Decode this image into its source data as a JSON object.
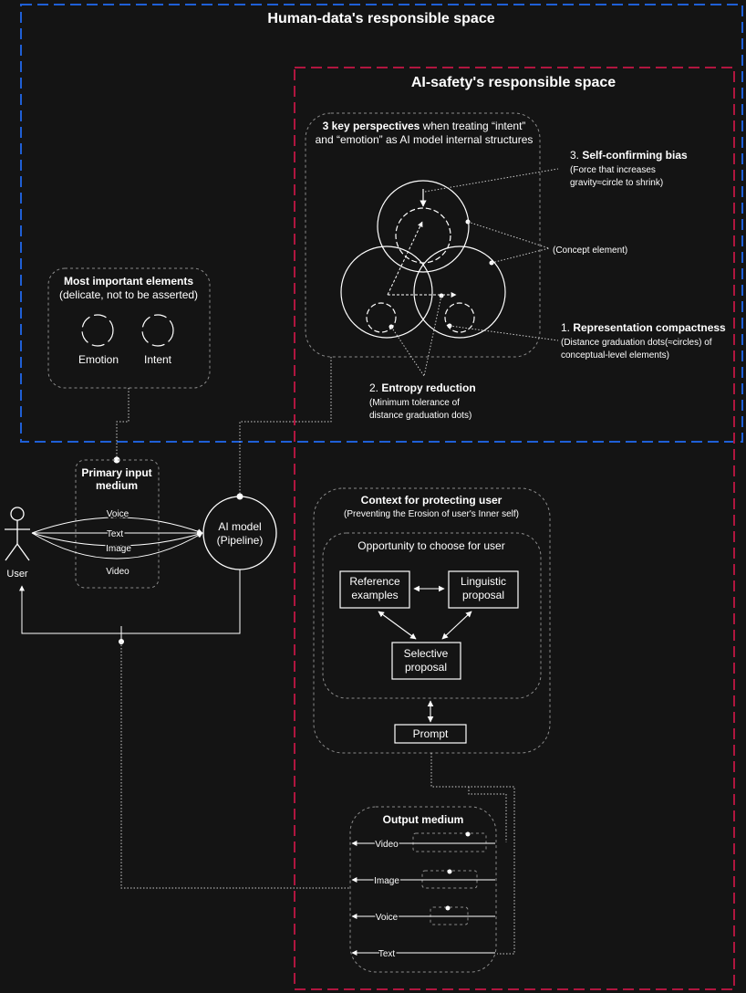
{
  "regions": {
    "human_data_title": "Human-data's responsible space",
    "ai_safety_title": "AI-safety's responsible space"
  },
  "perspectives": {
    "title_bold": "3 key perspectives",
    "title_rest": " when treating “intent”",
    "title_line2": "and “emotion” as AI model internal structures",
    "self_confirming": {
      "number": "3. ",
      "title": "Self-confirming bias",
      "desc_1": "(Force that increases",
      "desc_2": "gravity≈circle to shrink)"
    },
    "concept_element": "(Concept element)",
    "representation": {
      "number": "1. ",
      "title": "Representation compactness",
      "desc_1": "(Distance graduation dots(≈circles) of",
      "desc_2": "conceptual-level elements)"
    },
    "entropy": {
      "number": "2. ",
      "title": "Entropy reduction",
      "desc_1": "(Minimum tolerance of",
      "desc_2": "distance graduation dots)"
    }
  },
  "important_elements": {
    "title": "Most important elements",
    "subtitle": "(delicate, not to be asserted)",
    "emotion": "Emotion",
    "intent": "Intent"
  },
  "input_medium": {
    "title_1": "Primary input",
    "title_2": "medium",
    "items": [
      "Voice",
      "Text",
      "Image",
      "Video"
    ]
  },
  "user_label": "User",
  "ai_model": {
    "line_1": "AI model",
    "line_2": "(Pipeline)"
  },
  "context": {
    "title": "Context for protecting user",
    "subtitle": "(Preventing the Erosion of user's Inner self)",
    "opportunity": "Opportunity to choose for user",
    "reference_1": "Reference",
    "reference_2": "examples",
    "linguistic_1": "Linguistic",
    "linguistic_2": "proposal",
    "selective_1": "Selective",
    "selective_2": "proposal",
    "prompt": "Prompt"
  },
  "output_medium": {
    "title": "Output medium",
    "items": [
      "Video",
      "Image",
      "Voice",
      "Text"
    ]
  },
  "colors": {
    "background": "#141414",
    "human_border": "#1f5fd6",
    "ai_border": "#b0163f",
    "line": "#ffffff",
    "dashed_box": "#8a8a8a"
  }
}
